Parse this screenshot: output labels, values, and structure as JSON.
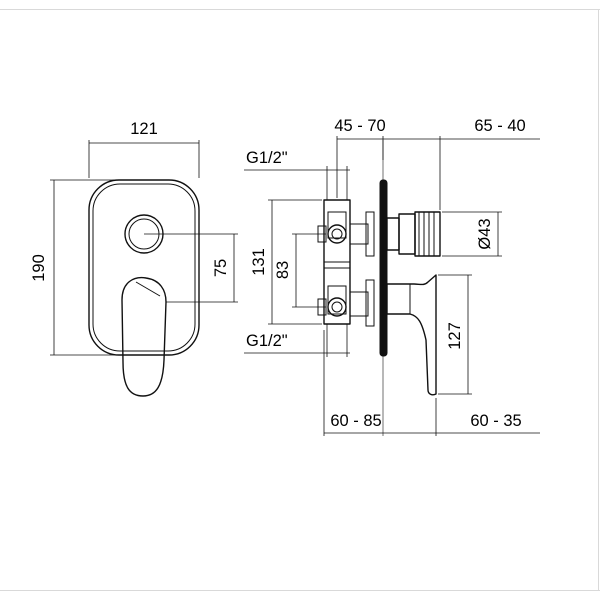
{
  "front_view": {
    "width_label": "121",
    "height_label": "190",
    "knob_to_lever_label": "75"
  },
  "side_view": {
    "wall_range_top_label": "45 - 70",
    "projection_top_label": "65 - 40",
    "inlet_top_label": "G1/2\"",
    "inlet_bottom_label": "G1/2\"",
    "body_height_label": "131",
    "port_spacing_label": "83",
    "knob_diameter_label": "Ø43",
    "lever_height_label": "127",
    "wall_range_bottom_label": "60 - 85",
    "projection_bottom_label": "60 - 35"
  }
}
